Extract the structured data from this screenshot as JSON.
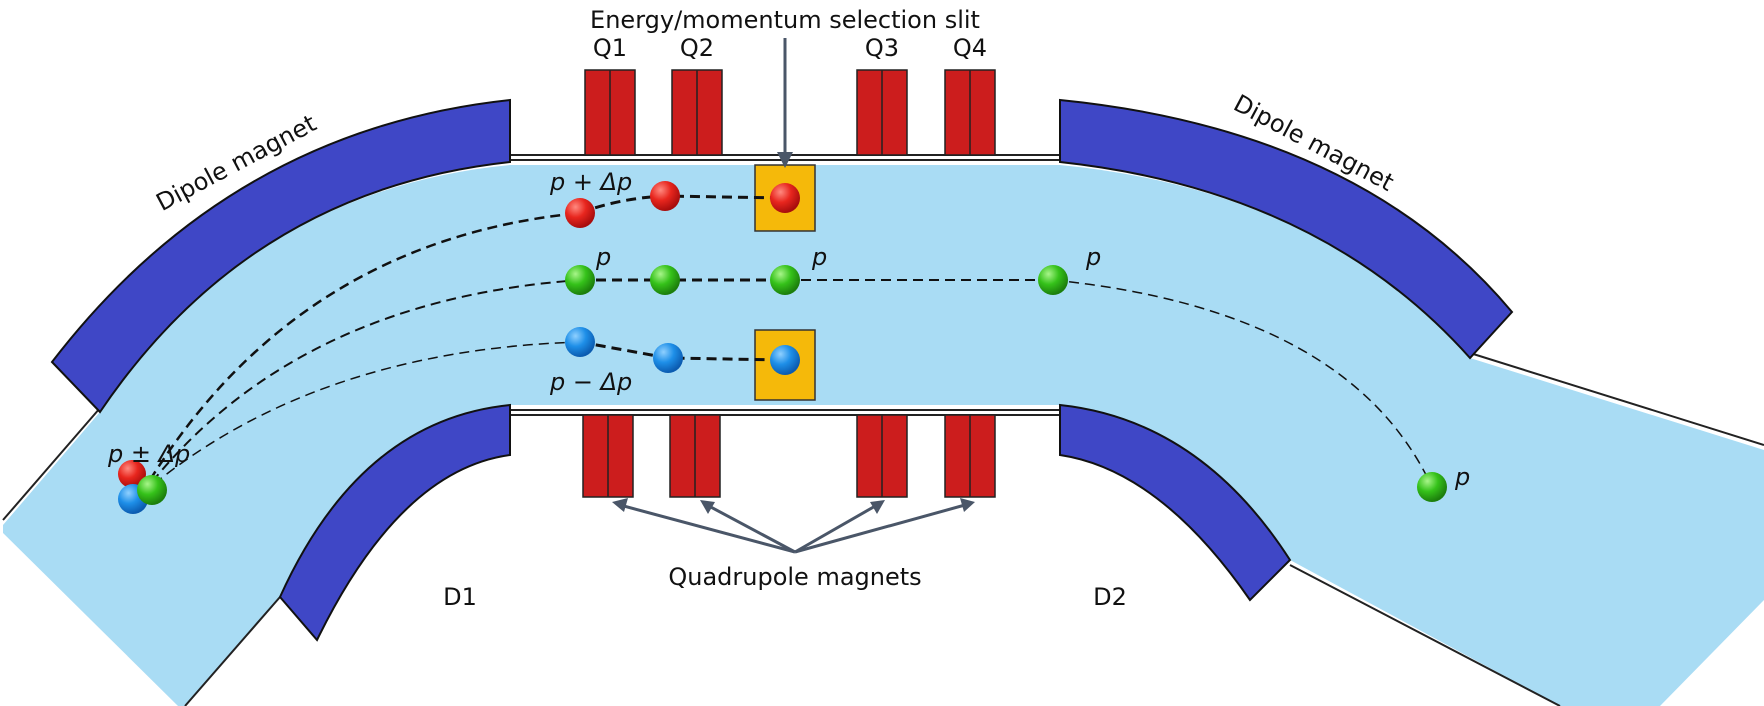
{
  "title": "Energy/momentum selection slit",
  "quadrupoles": {
    "labels": [
      "Q1",
      "Q2",
      "Q3",
      "Q4"
    ],
    "caption": "Quadrupole magnets"
  },
  "dipoles": {
    "upper_left": "Dipole magnet",
    "upper_right": "Dipole magnet",
    "lower_left": "D1",
    "lower_right": "D2"
  },
  "particles": {
    "source": "p ± Δp",
    "high": "p + Δp",
    "nominal": "p",
    "low": "p − Δp",
    "exit": "p"
  },
  "colors": {
    "beam": "#a9dcf4",
    "dipole": "#3f47c6",
    "quadrupole": "#cc1d1d",
    "slit": "#f5b90a",
    "high": "#e8261e",
    "nominal": "#35c21a",
    "low": "#1e8fe8"
  }
}
